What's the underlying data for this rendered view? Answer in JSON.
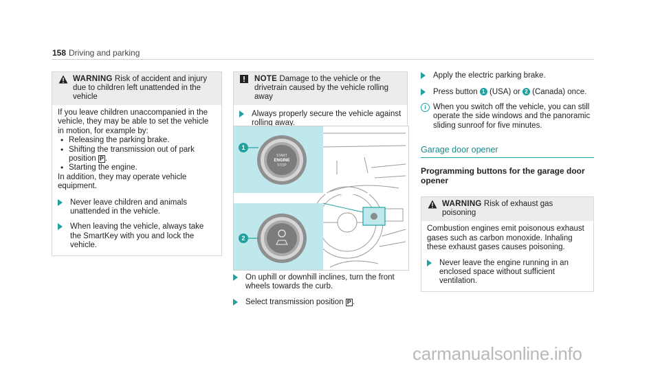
{
  "header": {
    "page_number": "158",
    "section": "Driving and parking"
  },
  "warning1": {
    "title": "WARNING",
    "title_rest": "Risk of accident and injury due to children left unattended in the vehicle",
    "intro": "If you leave children unaccompanied in the vehicle, they may be able to set the vehicle in motion, for example by:",
    "bullets": [
      "Releasing the parking brake.",
      "Shifting the transmission out of park position",
      "Starting the engine."
    ],
    "bullet2_symbol": "P",
    "outro": "In addition, they may operate vehicle equipment.",
    "step1": "Never leave children and animals unattended in the vehicle.",
    "step2": "When leaving the vehicle, always take the SmartKey with you and lock the vehicle."
  },
  "note": {
    "title": "NOTE",
    "title_rest": "Damage to the vehicle or the drivetrain caused by the vehicle rolling away",
    "step": "Always properly secure the vehicle against rolling away."
  },
  "illustration": {
    "callout1": "1",
    "callout2": "2",
    "button1_text1": "ENGINE",
    "button1_text2": "START",
    "button1_text3": "STOP"
  },
  "col2_steps": {
    "step1": "On uphill or downhill inclines, turn the front wheels towards the curb.",
    "step2": "Select transmission position",
    "step2_symbol": "P"
  },
  "col3": {
    "step1": "Apply the electric parking brake.",
    "step2_a": "Press button",
    "step2_b": "(USA) or",
    "step2_c": "(Canada) once.",
    "num1": "1",
    "num2": "2",
    "info_symbol": "i",
    "info": "When you switch off the vehicle, you can still operate the side windows and the panoramic sliding sunroof for five minutes.",
    "section_title": "Garage door opener",
    "sub_title": "Programming buttons for the garage door opener",
    "warning_title": "WARNING",
    "warning_rest": "Risk of exhaust gas poisoning",
    "warning_body": "Combustion engines emit poisonous exhaust gases such as carbon monoxide. Inhaling these exhaust gases causes poisoning.",
    "warning_step": "Never leave the engine running in an enclosed space without sufficient ventilation."
  },
  "watermark": "carmanualsonline.info",
  "colors": {
    "accent": "#21a0a0",
    "panel": "#ececec",
    "illus_bg": "#bfe8ec"
  },
  "icons": [
    "warning-triangle-icon",
    "note-exclamation-icon",
    "step-arrow-icon",
    "info-icon"
  ]
}
